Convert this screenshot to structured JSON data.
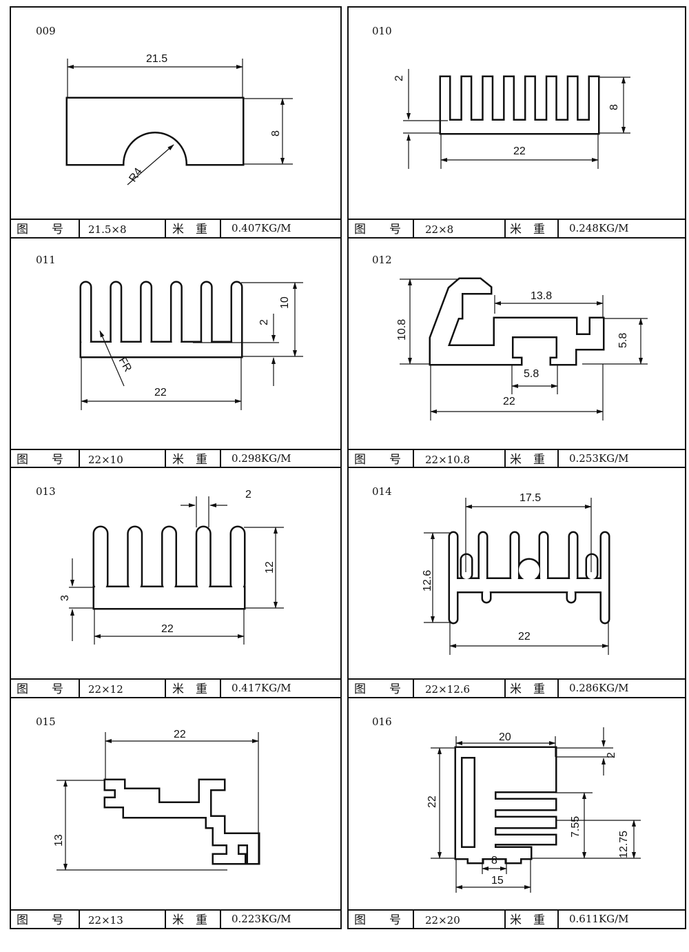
{
  "labels": {
    "figure_no": "图　　号",
    "weight_per_m": "米　重"
  },
  "profiles": [
    {
      "id": "009",
      "size": "21.5×8",
      "weight": "0.407KG/M",
      "dims": [
        "21.5",
        "8",
        "R4"
      ]
    },
    {
      "id": "010",
      "size": "22×8",
      "weight": "0.248KG/M",
      "dims": [
        "2",
        "8",
        "22"
      ]
    },
    {
      "id": "011",
      "size": "22×10",
      "weight": "0.298KG/M",
      "dims": [
        "2",
        "10",
        "22",
        "FR"
      ]
    },
    {
      "id": "012",
      "size": "22×10.8",
      "weight": "0.253KG/M",
      "dims": [
        "10.8",
        "13.8",
        "5.8",
        "5.8",
        "22"
      ]
    },
    {
      "id": "013",
      "size": "22×12",
      "weight": "0.417KG/M",
      "dims": [
        "2",
        "12",
        "3",
        "22"
      ]
    },
    {
      "id": "014",
      "size": "22×12.6",
      "weight": "0.286KG/M",
      "dims": [
        "17.5",
        "12.6",
        "22"
      ]
    },
    {
      "id": "015",
      "size": "22×13",
      "weight": "0.223KG/M",
      "dims": [
        "22",
        "13"
      ]
    },
    {
      "id": "016",
      "size": "22×20",
      "weight": "0.611KG/M",
      "dims": [
        "20",
        "2",
        "22",
        "7.55",
        "12.75",
        "8",
        "15"
      ]
    }
  ]
}
